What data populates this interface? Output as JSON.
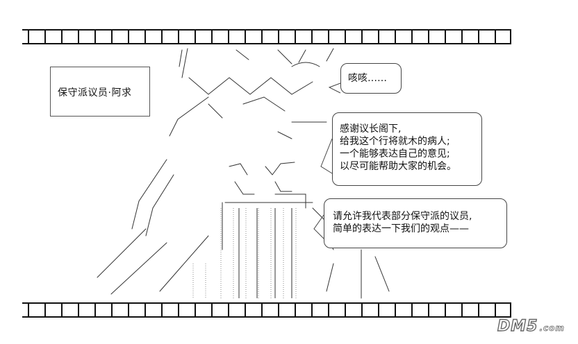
{
  "caption": {
    "text": "保守派议员·阿求"
  },
  "bubbles": [
    {
      "lines": [
        "咳咳……"
      ]
    },
    {
      "lines": [
        "感谢议长阁下,",
        "给我这个行将就木的病人;",
        "一个能够表达自己的意见;",
        "以尽可能帮助大家的机会。"
      ]
    },
    {
      "lines": [
        "请允许我代表部分保守派的议员,",
        "简单的表达一下我们的观点——"
      ]
    }
  ],
  "logo": {
    "main": "DM5",
    "suffix": ".com"
  },
  "colors": {
    "ink": "#111111",
    "background": "#ffffff"
  }
}
